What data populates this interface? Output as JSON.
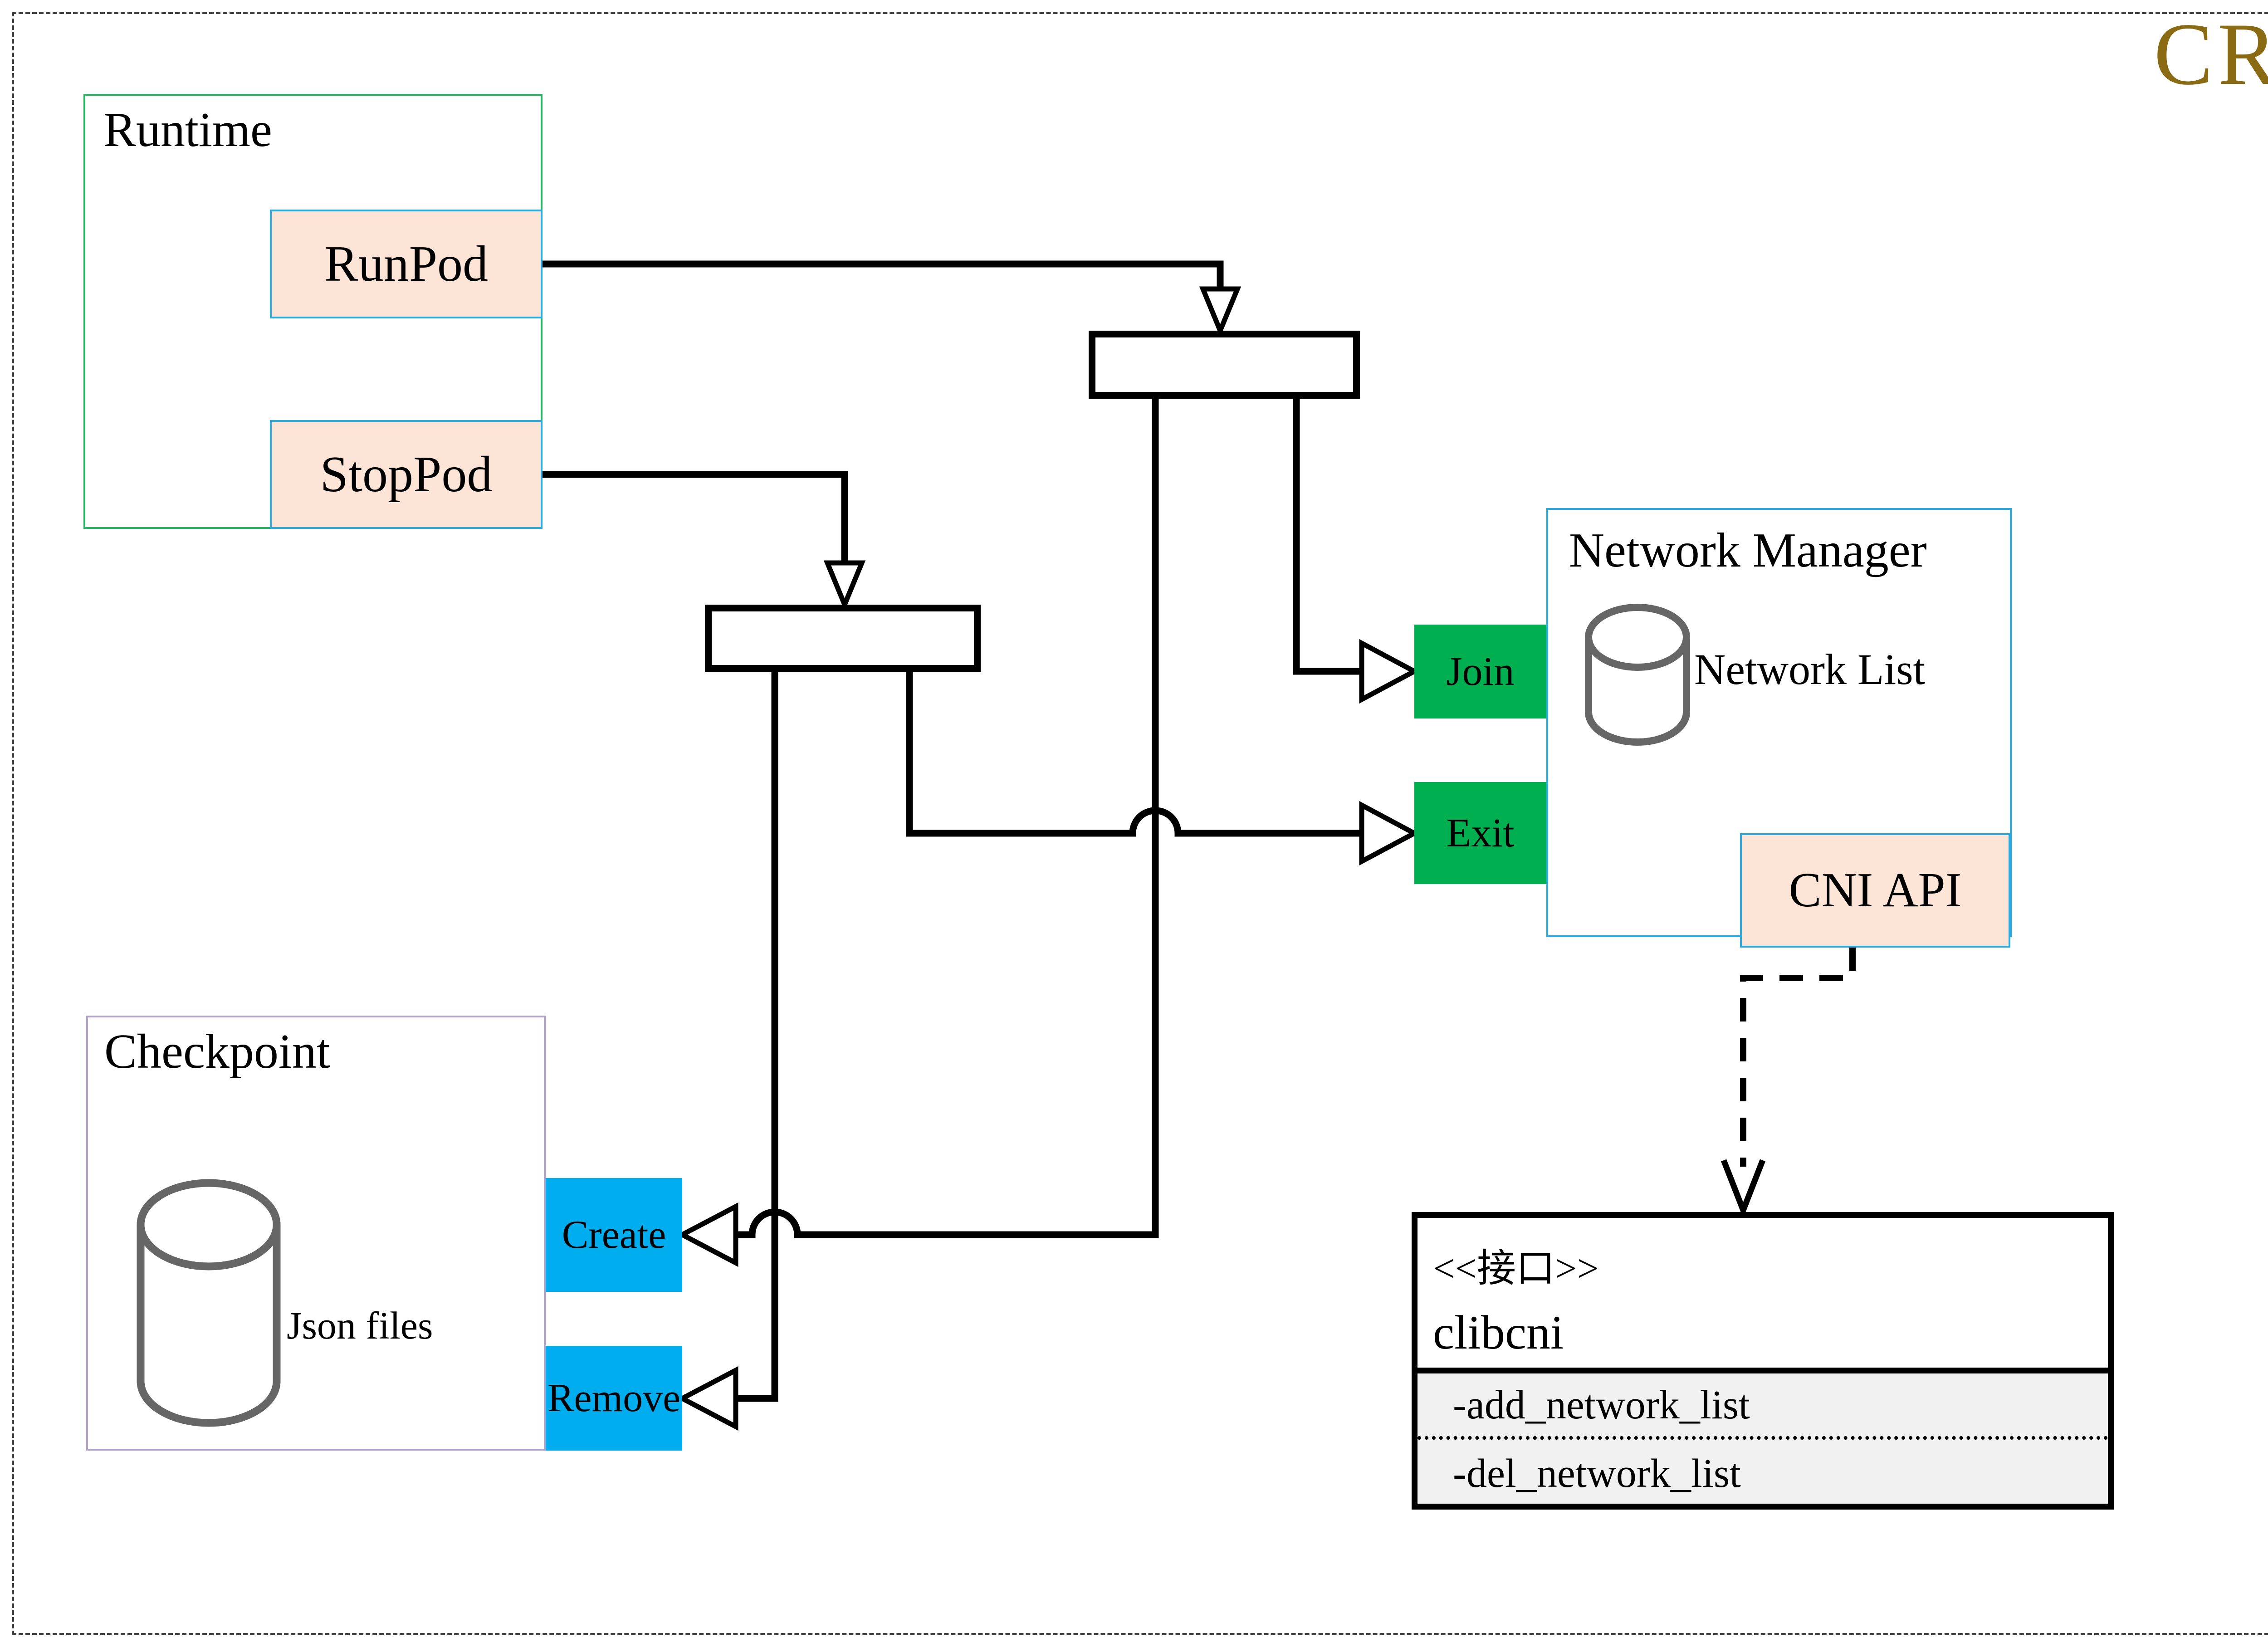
{
  "header": {
    "title": "CRI"
  },
  "runtime": {
    "label": "Runtime",
    "run_pod": "RunPod",
    "stop_pod": "StopPod"
  },
  "checkpoint": {
    "label": "Checkpoint",
    "store_label": "Json files",
    "create": "Create",
    "remove": "Remove"
  },
  "network_manager": {
    "label": "Network Manager",
    "store_label": "Network List",
    "join": "Join",
    "exit": "Exit",
    "cni_api": "CNI API"
  },
  "clibcni": {
    "stereotype": "<<接口>>",
    "name": "clibcni",
    "methods": [
      "-add_network_list",
      "-del_network_list"
    ]
  },
  "colors": {
    "title_gold": "#8a6a12",
    "runtime_border_green": "#28b463",
    "checkpoint_border_purple": "#b1a0c7",
    "blue_border": "#29abe2",
    "peach_fill": "#fce4d6",
    "action_green": "#00b050",
    "action_cyan": "#00aeef",
    "cylinder_gray": "#666666",
    "attrs_section_gray": "#f1f1f1"
  }
}
